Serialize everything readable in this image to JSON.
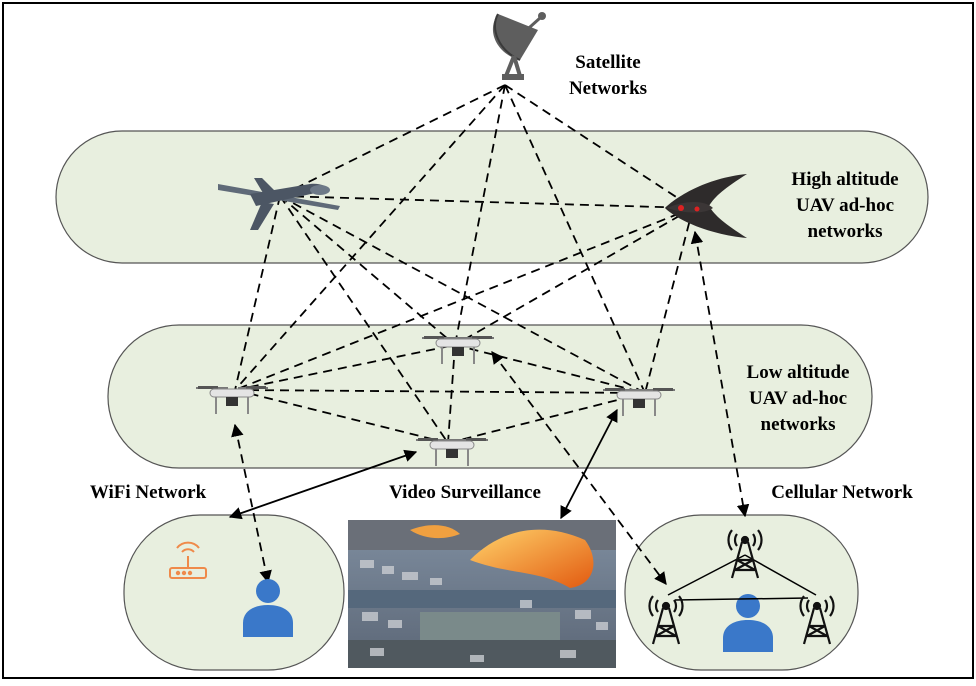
{
  "labels": {
    "satellite": "Satellite\nNetworks",
    "high_altitude": "High altitude\nUAV ad-hoc\nnetworks",
    "low_altitude": "Low altitude\nUAV ad-hoc\nnetworks",
    "wifi": "WiFi Network",
    "video": "Video Surveillance",
    "cellular": "Cellular Network"
  },
  "colors": {
    "band_fill": "#e8efdf",
    "band_stroke": "#555555",
    "link": "#000000",
    "person": "#3a78c9",
    "router": "#ef8a4a",
    "tower": "#111111"
  },
  "icons": {
    "satellite": "satellite-dish-icon",
    "high_uav_left": "predator-drone-icon",
    "high_uav_right": "flying-wing-drone-icon",
    "quadcopter": "quadcopter-icon",
    "router": "wifi-router-icon",
    "person": "user-icon",
    "tower": "cell-tower-icon",
    "photo": "disaster-area-photo"
  }
}
